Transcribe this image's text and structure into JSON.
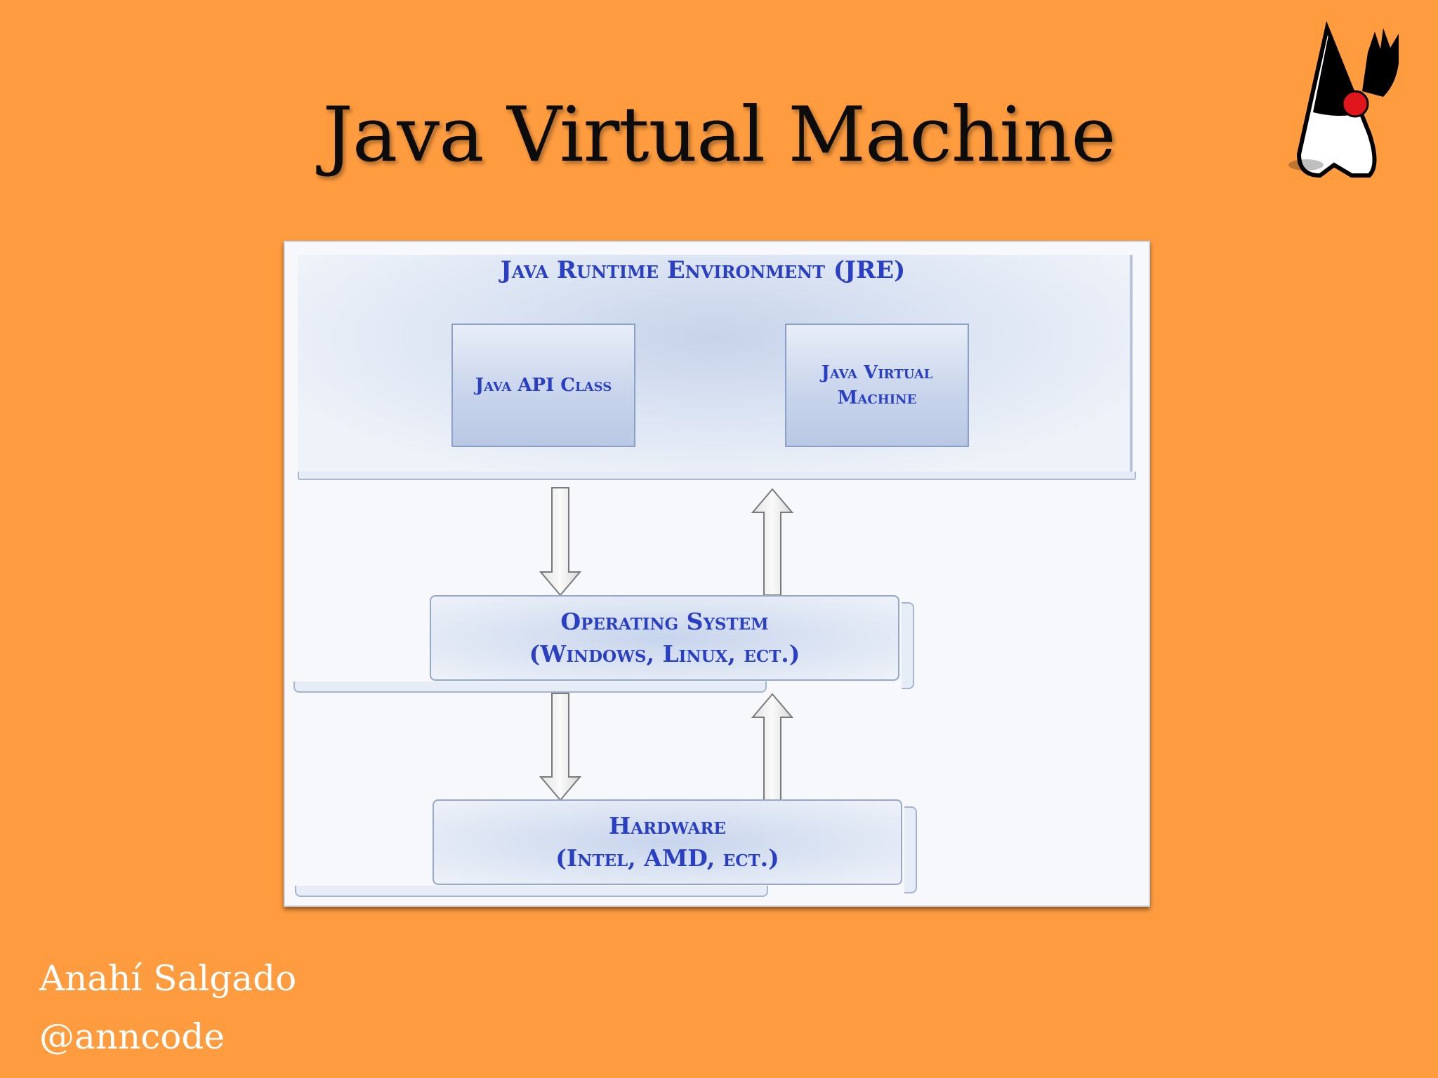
{
  "slide": {
    "title": "Java Virtual Machine",
    "author_name": "Anahí Salgado",
    "author_handle": "@anncode",
    "background_color": "#fe9c3f",
    "mascot_icon": "java-duke-mascot-icon"
  },
  "diagram": {
    "jre_label": "Java Runtime Environment (JRE)",
    "api_box_label": "Java API Class",
    "jvm_box_label_line1": "Java Virtual",
    "jvm_box_label_line2": "Machine",
    "os_label_line1": "Operating System",
    "os_label_line2": "(Windows, Linux, ect.)",
    "hw_label_line1": "Hardware",
    "hw_label_line2": "(Intel, AMD, ect.)",
    "text_color": "#2a3fc2",
    "arrows": [
      "down-arrow-icon",
      "up-arrow-icon",
      "down-arrow-icon",
      "up-arrow-icon"
    ]
  }
}
